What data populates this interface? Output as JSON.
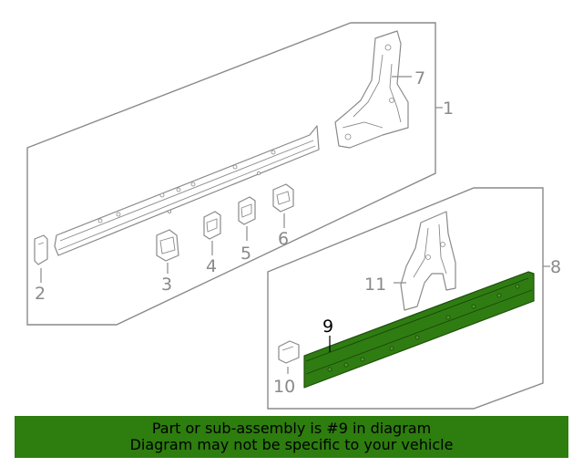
{
  "callouts": {
    "c1": "1",
    "c2": "2",
    "c3": "3",
    "c4": "4",
    "c5": "5",
    "c6": "6",
    "c7": "7",
    "c8": "8",
    "c9": "9",
    "c10": "10",
    "c11": "11"
  },
  "highlighted_part": "9",
  "colors": {
    "highlight": "#2f7d12",
    "banner": "#2e7d0f",
    "line": "#8a8a8a"
  },
  "banner": {
    "line1": "Part or sub-assembly is #9 in diagram",
    "line2": "Diagram may not be specific to your vehicle"
  }
}
